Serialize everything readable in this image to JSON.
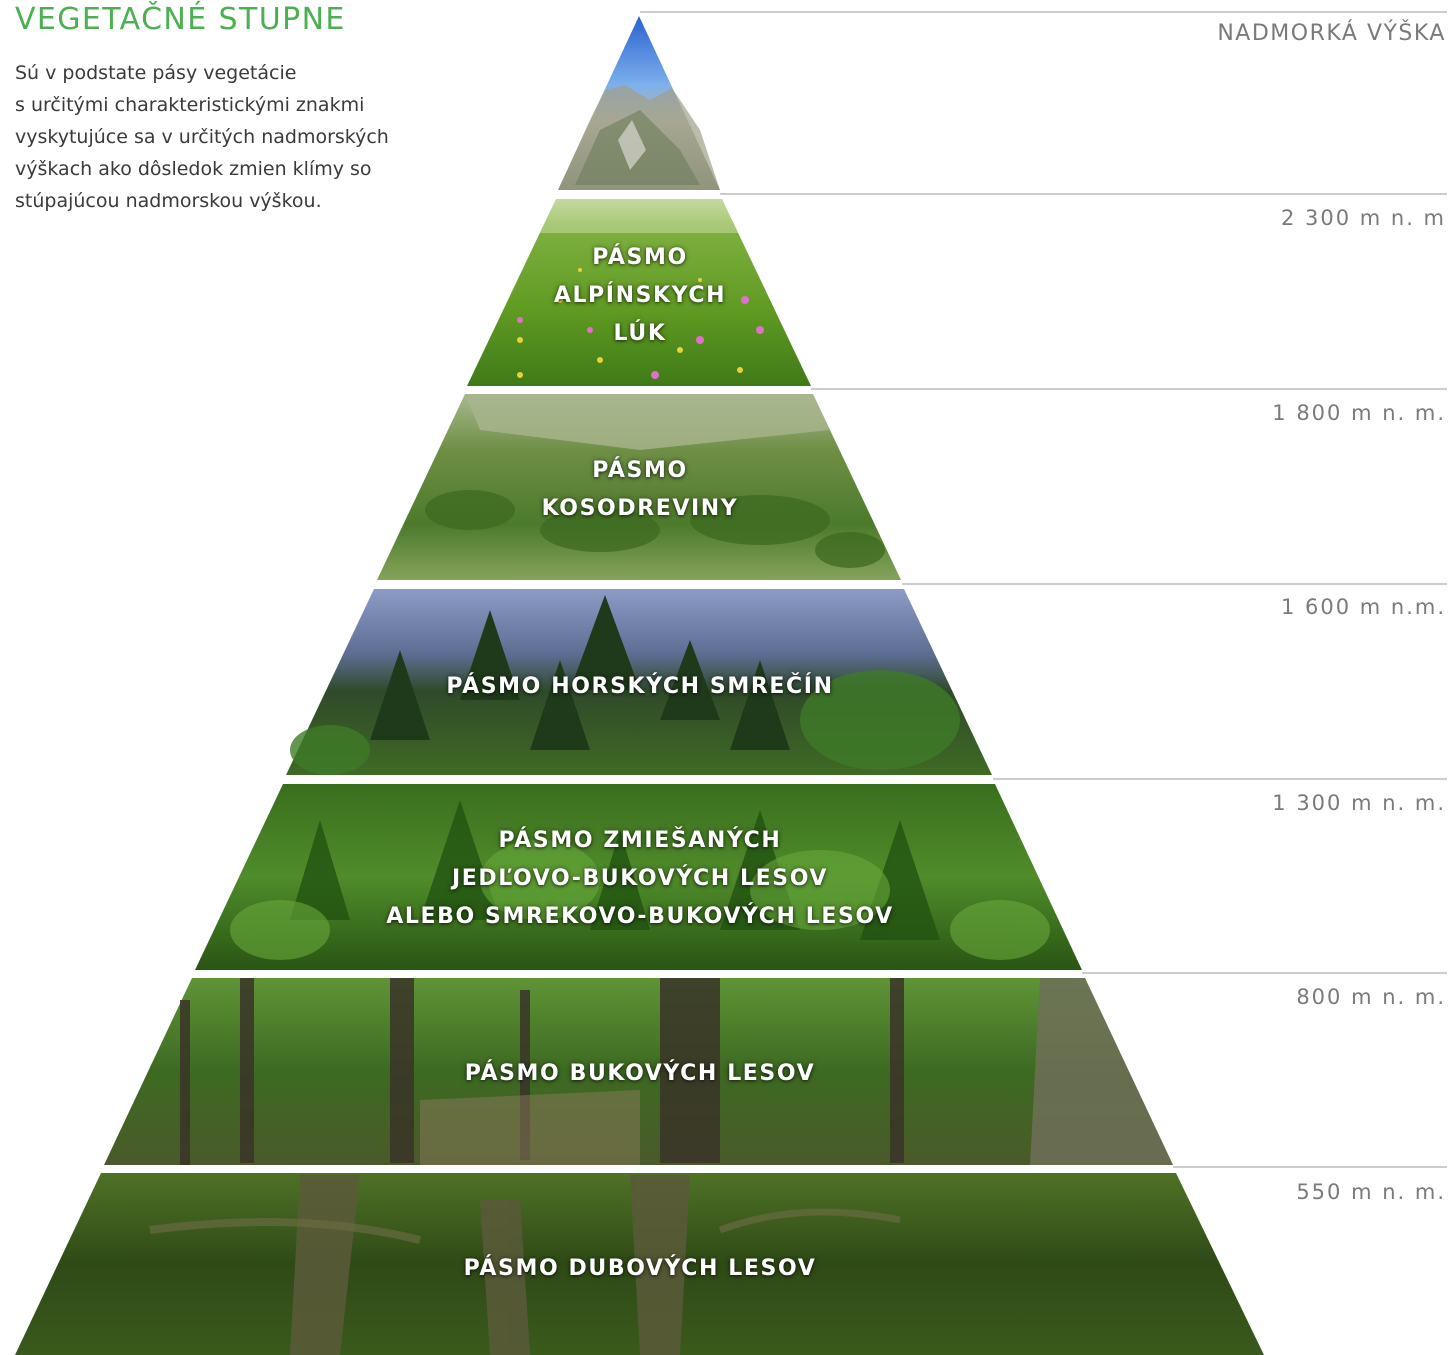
{
  "header": {
    "title": "VEGETAČNÉ STUPNE",
    "description_lines": [
      "Sú v podstate pásy vegetácie",
      "s určitými charakteristickými znakmi",
      "vyskytujúce sa v určitých nadmorských",
      "výškach ako dôsledok zmien klímy so",
      "stúpajúcou nadmorskou výškou."
    ]
  },
  "axis": {
    "title": "NADMORKÁ VÝŠKA",
    "altitudes": [
      "2 300 m n. m",
      "1 800 m n. m.",
      "1 600 m n.m.",
      "1 300 m n. m.",
      "800 m n. m.",
      "550 m n. m."
    ]
  },
  "zones": [
    {
      "id": "peak",
      "label_lines": [],
      "image": "rocky-alpine-peak-photo",
      "colors": [
        "#2f6fd6",
        "#7fb2ec",
        "#b7b5a6",
        "#6e7a5a"
      ]
    },
    {
      "id": "alpine",
      "label_lines": [
        "PÁSMO",
        "ALPÍNSKYCH",
        "LÚK"
      ],
      "image": "alpine-meadow-flowers-photo",
      "colors": [
        "#d9e8c0",
        "#8dbb3b",
        "#5f9a22",
        "#3f7a18"
      ]
    },
    {
      "id": "dwarf-pine",
      "label_lines": [
        "PÁSMO",
        "KOSODREVINY"
      ],
      "image": "dwarf-pine-valley-photo",
      "colors": [
        "#9fb07e",
        "#6f8f45",
        "#4e7a2b",
        "#76984a"
      ]
    },
    {
      "id": "spruce",
      "label_lines": [
        "PÁSMO HORSKÝCH SMREČÍN"
      ],
      "image": "mountain-spruce-forest-photo",
      "colors": [
        "#8a9ac8",
        "#5e6f95",
        "#2f4a2a",
        "#4c7a2c"
      ]
    },
    {
      "id": "mixed",
      "label_lines": [
        "PÁSMO ZMIEŠANÝCH",
        "JEDĽOVO-BUKOVÝCH LESOV",
        "ALEBO SMREKOVO-BUKOVÝCH LESOV"
      ],
      "image": "mixed-fir-beech-forest-photo",
      "colors": [
        "#3f7a22",
        "#2f6418",
        "#4f8c2a",
        "#2a5514"
      ]
    },
    {
      "id": "beech",
      "label_lines": [
        "PÁSMO BUKOVÝCH LESOV"
      ],
      "image": "beech-forest-photo",
      "colors": [
        "#5d8f34",
        "#3d6a22",
        "#8a8a6a",
        "#2c4a1c"
      ]
    },
    {
      "id": "oak",
      "label_lines": [
        "PÁSMO DUBOVÝCH LESOV"
      ],
      "image": "oak-forest-photo",
      "colors": [
        "#4a6a22",
        "#2f4a16",
        "#7a7a4a",
        "#3a5a1c"
      ]
    }
  ]
}
